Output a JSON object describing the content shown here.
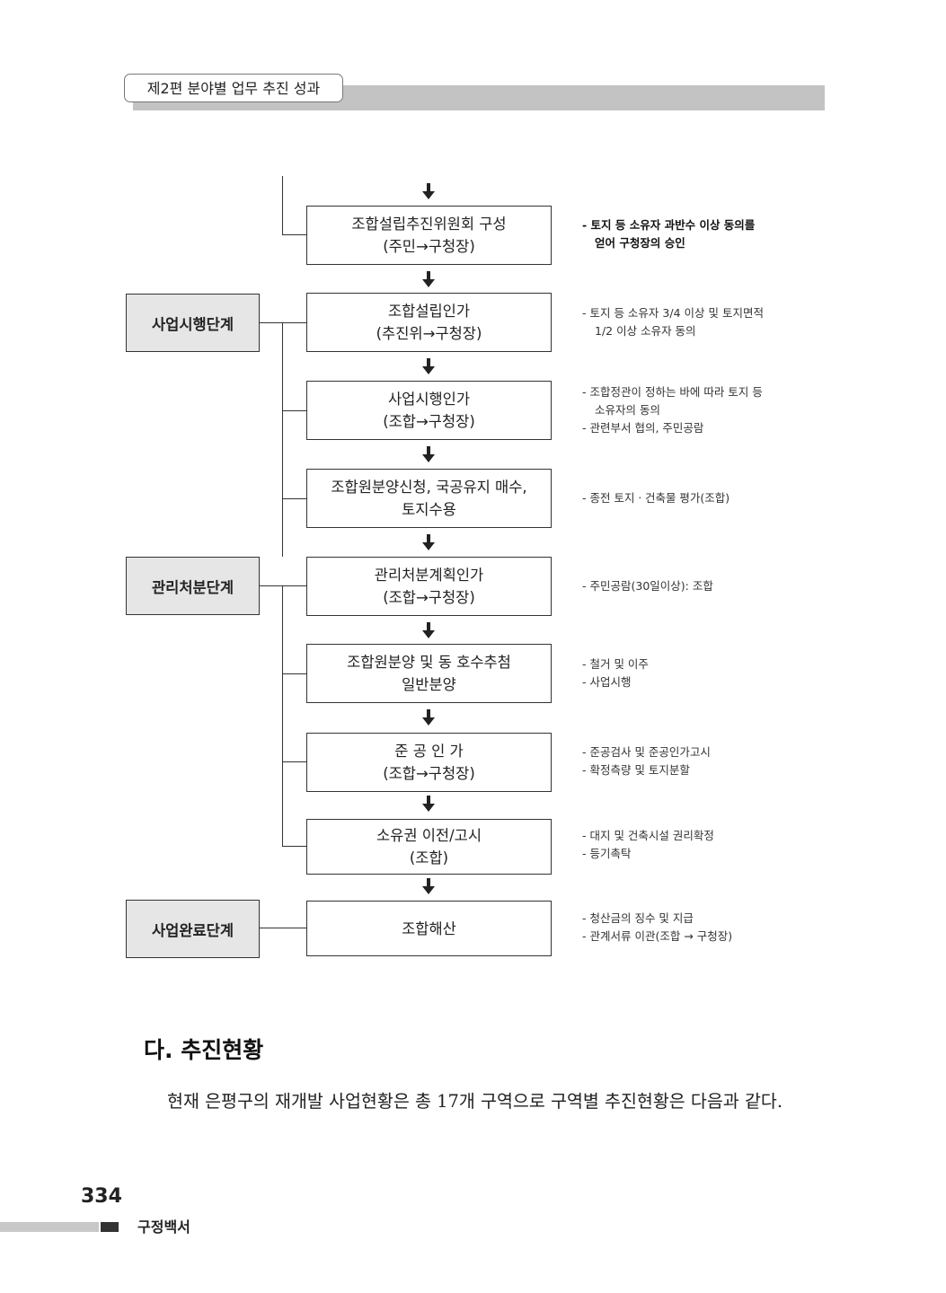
{
  "header": {
    "title": "제2편 분야별 업무 추진 성과"
  },
  "flow": {
    "steps": [
      {
        "line1": "조합설립추진위원회 구성",
        "line2": "(주민→구청장)"
      },
      {
        "line1": "조합설립인가",
        "line2": "(추진위→구청장)"
      },
      {
        "line1": "사업시행인가",
        "line2": "(조합→구청장)"
      },
      {
        "line1": "조합원분양신청, 국공유지 매수,",
        "line2": "토지수용"
      },
      {
        "line1": "관리처분계획인가",
        "line2": "(조합→구청장)"
      },
      {
        "line1": "조합원분양 및 동 호수추첨",
        "line2": "일반분양"
      },
      {
        "line1": "준 공 인 가",
        "line2": "(조합→구청장)"
      },
      {
        "line1": "소유권 이전/고시",
        "line2": "(조합)"
      },
      {
        "line1": "조합해산"
      }
    ],
    "stages": [
      "사업시행단계",
      "관리처분단계",
      "사업완료단계"
    ],
    "notes": [
      [
        "- 토지 등 소유자 과반수 이상 동의를",
        "  얻어 구청장의 승인"
      ],
      [
        "- 토지 등 소유자 3/4 이상 및 토지면적",
        "  1/2 이상 소유자 동의"
      ],
      [
        "- 조합정관이 정하는 바에 따라 토지 등",
        "  소유자의 동의",
        "- 관련부서 협의, 주민공람"
      ],
      [
        "- 종전 토지ㆍ건축물 평가(조합)"
      ],
      [
        "- 주민공람(30일이상): 조합"
      ],
      [
        "- 철거 및 이주",
        "- 사업시행"
      ],
      [
        "- 준공검사 및 준공인가고시",
        "- 확정측량 및 토지분할"
      ],
      [
        "- 대지 및 건축시설 권리확정",
        "- 등기촉탁"
      ],
      [
        "- 청산금의 징수 및 지급",
        "- 관계서류 이관(조합 → 구청장)"
      ]
    ]
  },
  "section": {
    "title": "다. 추진현황",
    "paragraph": "현재 은평구의 재개발 사업현황은 총 17개 구역으로 구역별 추진현황은 다음과 같다."
  },
  "footer": {
    "page_number": "334",
    "label": "구정백서"
  }
}
